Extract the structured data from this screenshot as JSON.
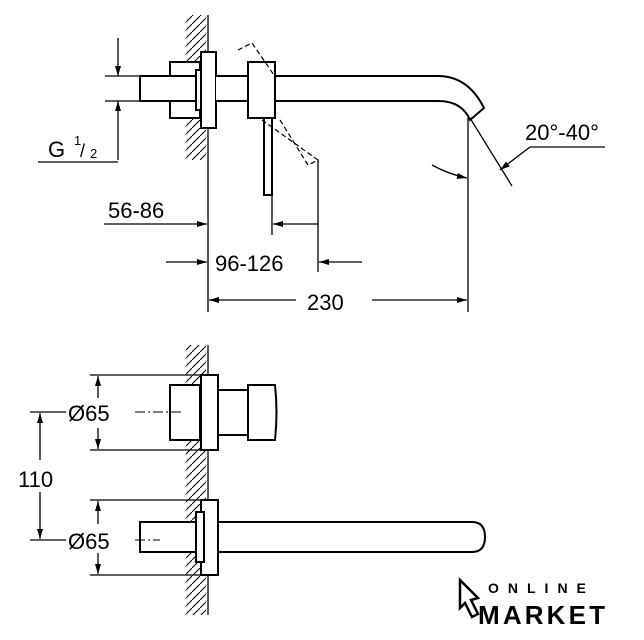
{
  "side_view": {
    "thread_label": "G",
    "thread_fraction_num": "1",
    "thread_fraction_den": "2",
    "dim_wall_depth": "56-86",
    "dim_lever_depth": "96-126",
    "dim_projection": "230",
    "dim_angle": "20°-40°"
  },
  "front_view": {
    "dim_diameter_top": "Ø65",
    "dim_diameter_bottom": "Ø65",
    "dim_spacing": "110"
  },
  "logo": {
    "line1": "ONLINE",
    "line2": "MARKET"
  }
}
